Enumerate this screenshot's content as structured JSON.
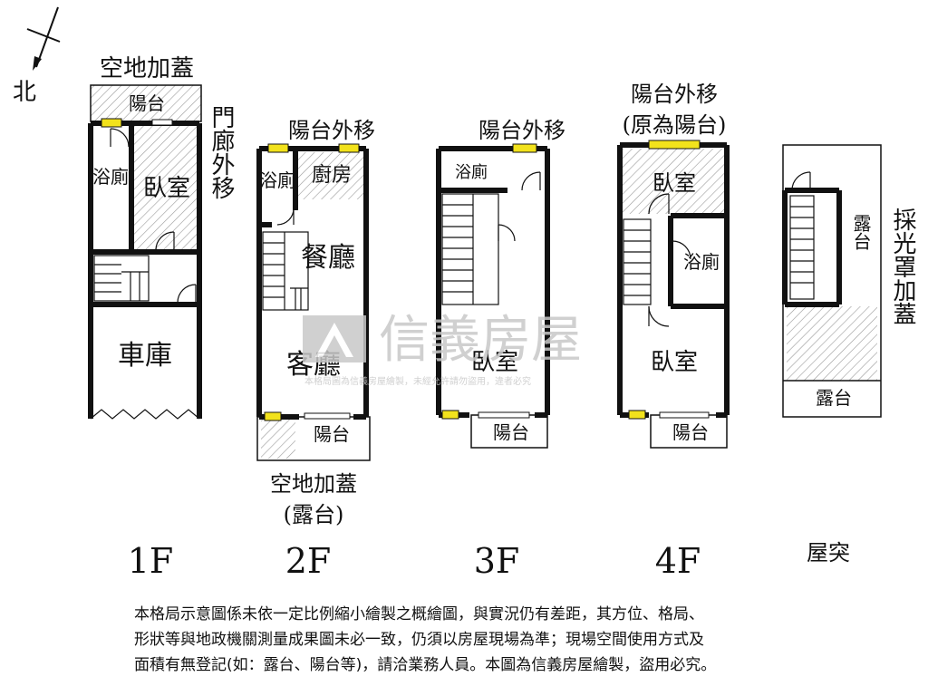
{
  "compass": {
    "north_label": "北"
  },
  "floors": [
    {
      "id": "1F",
      "label": "1F",
      "top_note": "空地加蓋",
      "side_note": "門廊外移",
      "rooms": {
        "balcony": "陽台",
        "bath": "浴廁",
        "bedroom": "臥室",
        "garage": "車庫"
      }
    },
    {
      "id": "2F",
      "label": "2F",
      "top_note": "陽台外移",
      "bottom_note_1": "空地加蓋",
      "bottom_note_2": "(露台)",
      "rooms": {
        "bath": "浴廁",
        "kitchen": "廚房",
        "dining": "餐廳",
        "living": "客廳",
        "balcony": "陽台"
      }
    },
    {
      "id": "3F",
      "label": "3F",
      "top_note": "陽台外移",
      "rooms": {
        "bath": "浴廁",
        "bedroom": "臥室",
        "balcony": "陽台"
      }
    },
    {
      "id": "4F",
      "label": "4F",
      "top_note_1": "陽台外移",
      "top_note_2": "(原為陽台)",
      "rooms": {
        "bedroom_top": "臥室",
        "bath": "浴廁",
        "bedroom": "臥室",
        "balcony": "陽台"
      }
    },
    {
      "id": "roof",
      "label": "屋突",
      "side_note": "採光罩加蓋",
      "rooms": {
        "terrace_top": "露台",
        "terrace_bottom": "露台"
      }
    }
  ],
  "watermark": {
    "brand": "信義房屋",
    "notice": "本格局圖為信義房屋繪製，未經允許請勿盜用，違者必究"
  },
  "disclaimer": [
    "本格局示意圖係未依一定比例縮小繪製之概繪圖，與實況仍有差距，其方位、格局、",
    "形狀等與地政機關測量成果圖未必一致，仍須以房屋現場為準；現場空間使用方式及",
    "面積有無登記(如：露台、陽台等)，請洽業務人員。本圖為信義房屋繪製，盜用必究。"
  ],
  "colors": {
    "wall": "#111111",
    "hatch": "#9a9a9a",
    "window": "#f2e21c",
    "watermark": "#c8c8c8"
  }
}
